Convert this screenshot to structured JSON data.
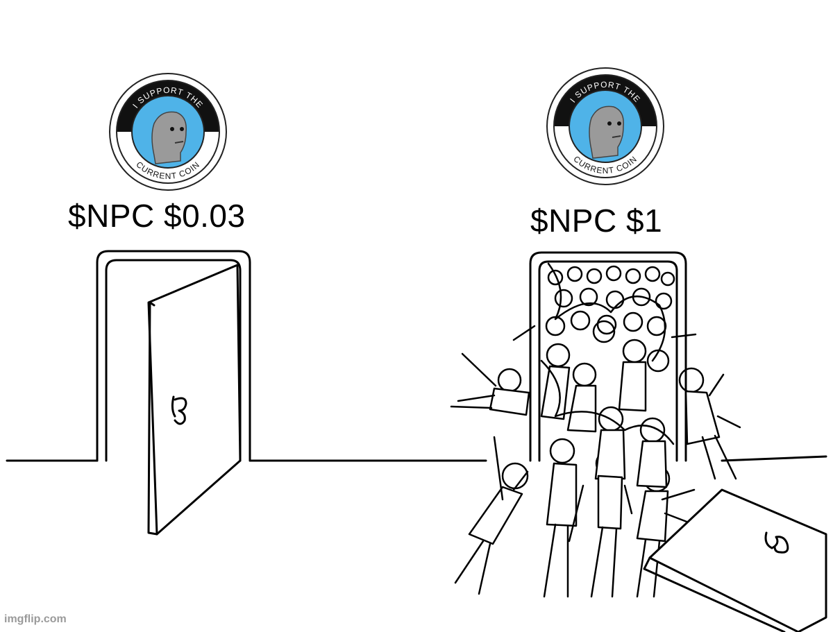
{
  "meme": {
    "left_panel": {
      "caption": "$NPC $0.03",
      "badge": {
        "top_text": "I SUPPORT THE",
        "bottom_text": "CURRENT COIN",
        "icon": "npc-face-icon"
      }
    },
    "right_panel": {
      "caption": "$NPC $1",
      "badge": {
        "top_text": "I SUPPORT THE",
        "bottom_text": "CURRENT COIN",
        "icon": "npc-face-icon"
      }
    },
    "watermark": "imgflip.com"
  },
  "colors": {
    "badge_blue": "#4fb3e8",
    "badge_dark": "#111111",
    "line": "#000000",
    "background": "#ffffff"
  }
}
